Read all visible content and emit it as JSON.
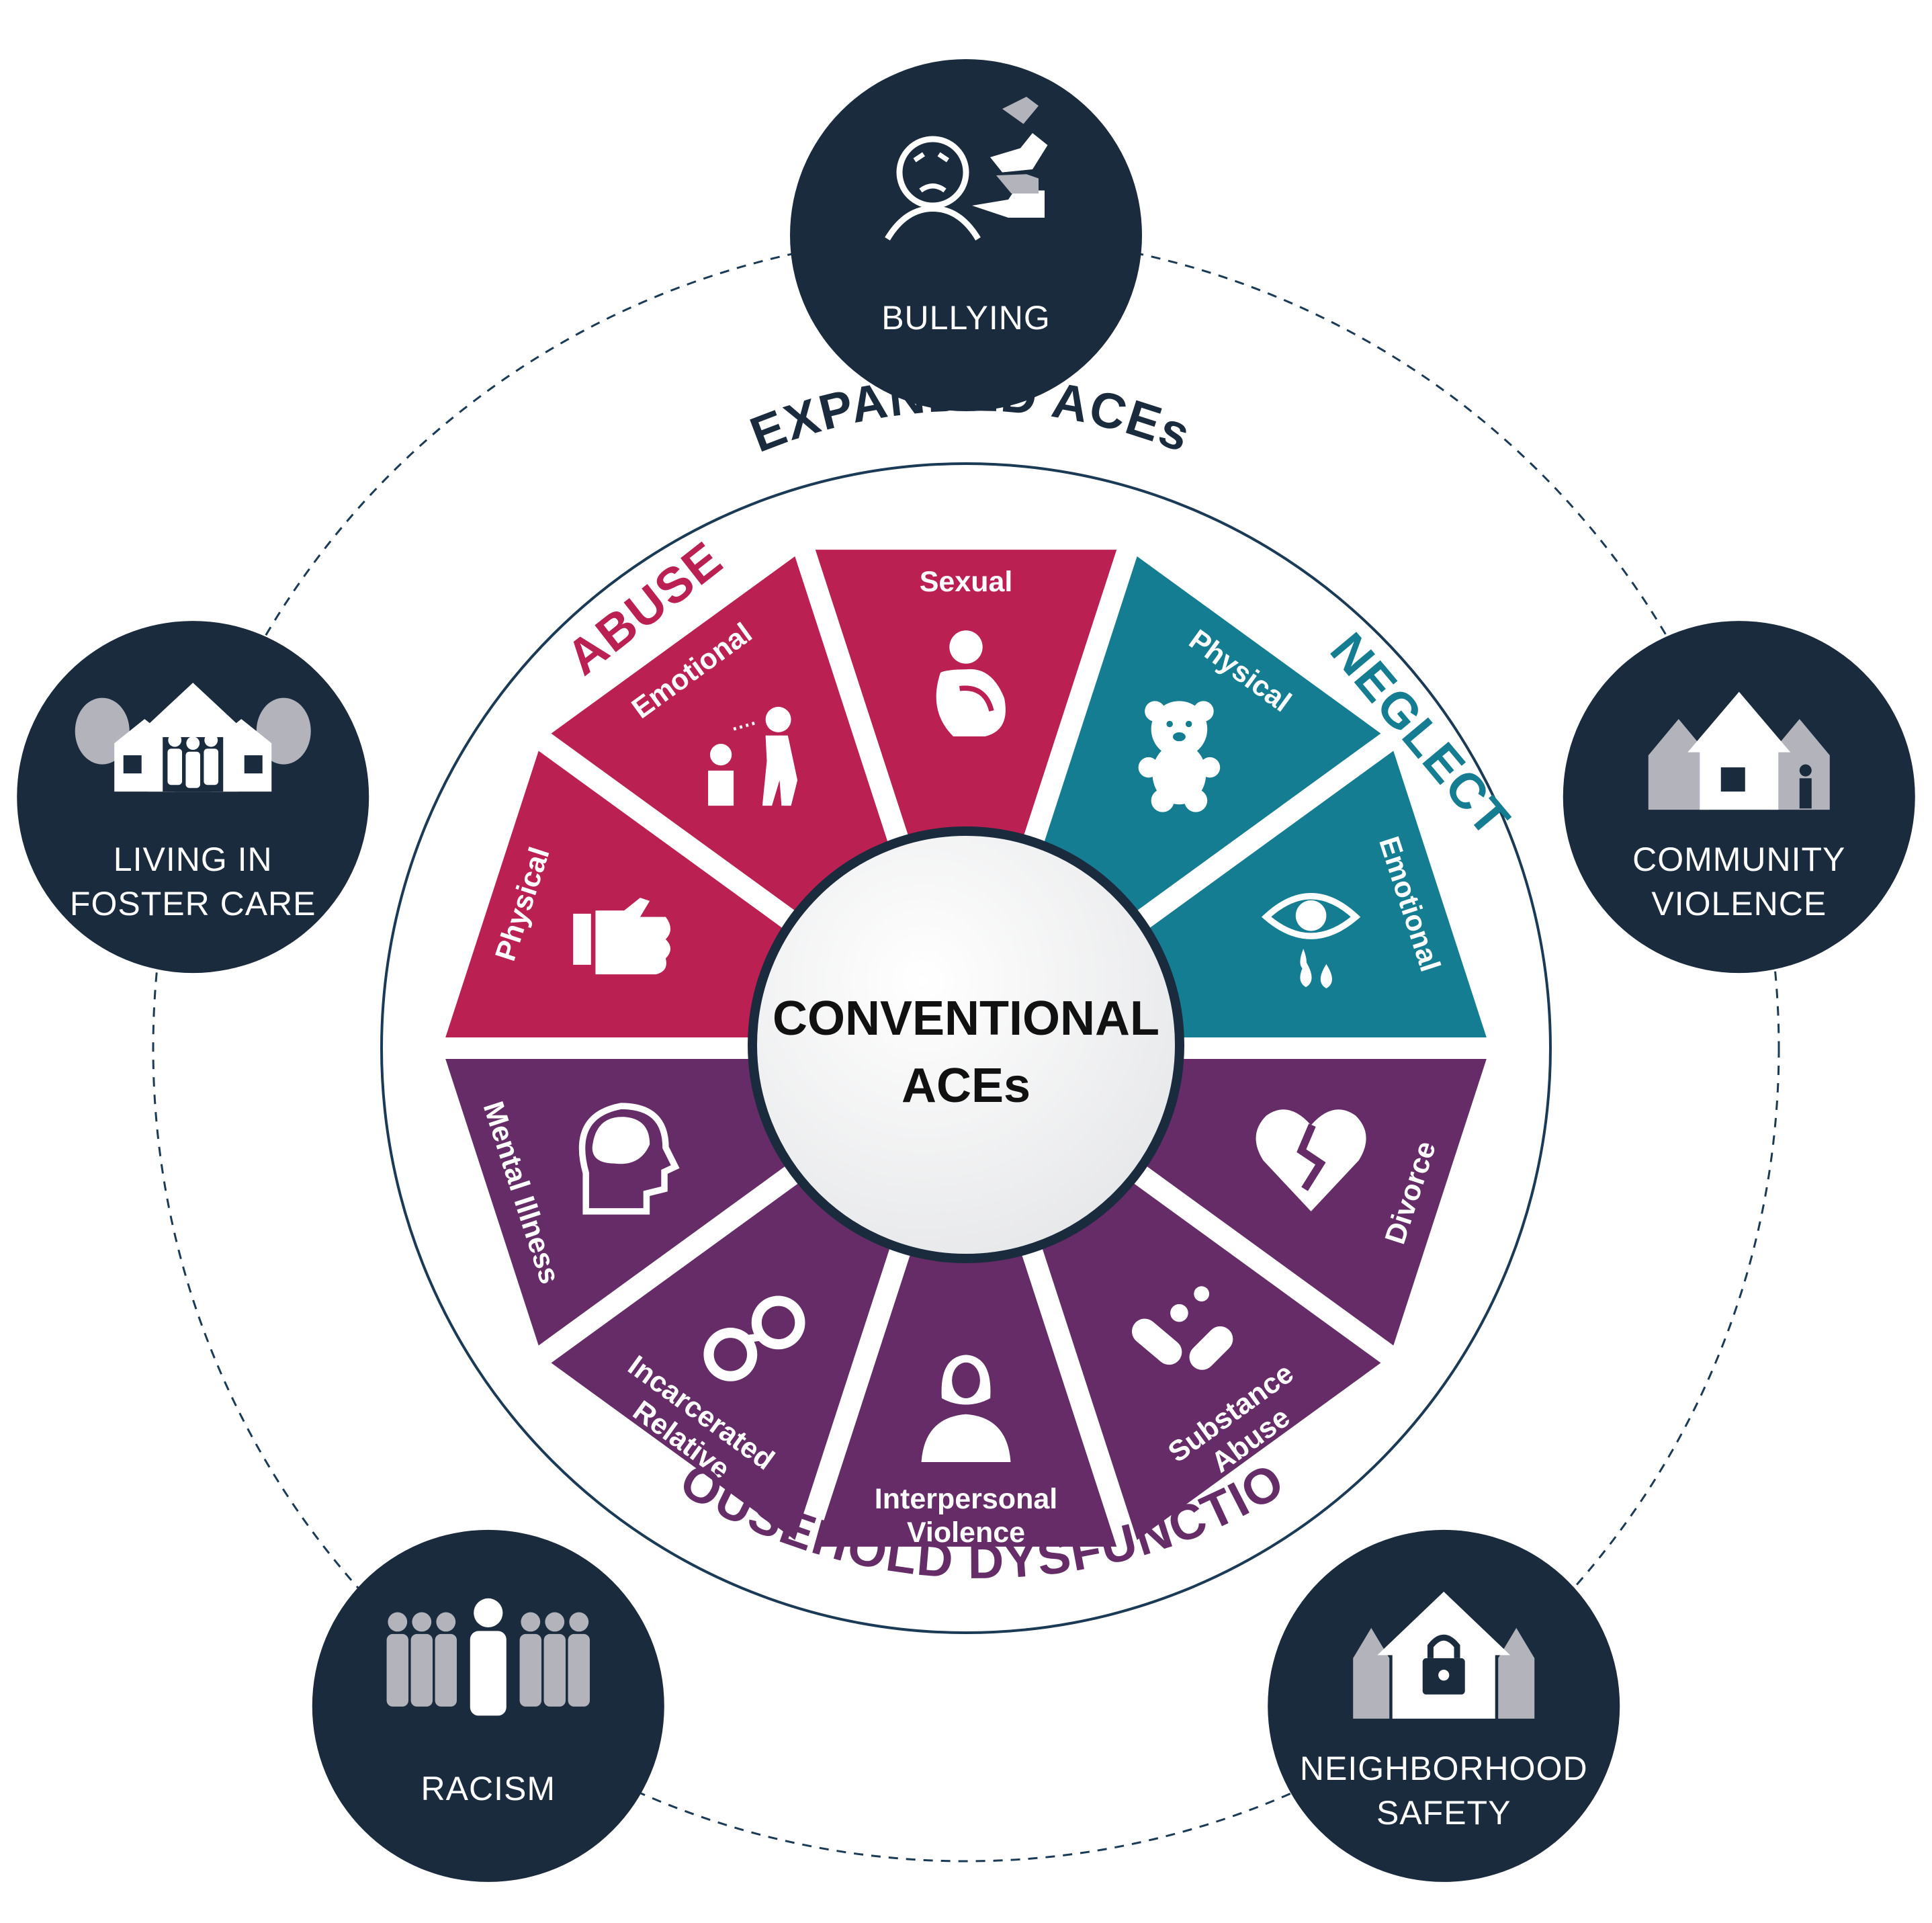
{
  "expanded_title": "EXPANDED ACEs",
  "center": {
    "line1": "CONVENTIONAL",
    "line2": "ACEs"
  },
  "groups": {
    "abuse": "ABUSE",
    "neglect": "NEGLECT",
    "household": "HOUSEHOLD DYSFUNCTION"
  },
  "sectors": [
    {
      "id": "sexual",
      "label_lines": [
        "Sexual"
      ],
      "group": "abuse",
      "icon": "curled-child-icon"
    },
    {
      "id": "neglect-physical",
      "label_lines": [
        "Physical"
      ],
      "group": "neglect",
      "icon": "teddy-bear-icon"
    },
    {
      "id": "neglect-emotional",
      "label_lines": [
        "Emotional"
      ],
      "group": "neglect",
      "icon": "crying-eye-icon"
    },
    {
      "id": "divorce",
      "label_lines": [
        "Divorce"
      ],
      "group": "household",
      "icon": "broken-heart-icon"
    },
    {
      "id": "substance-abuse",
      "label_lines": [
        "Substance",
        "Abuse"
      ],
      "group": "household",
      "icon": "pills-icon"
    },
    {
      "id": "interpersonal-violence",
      "label_lines": [
        "Interpersonal",
        "Violence"
      ],
      "group": "household",
      "icon": "woman-icon"
    },
    {
      "id": "incarcerated-relative",
      "label_lines": [
        "Incarcerated",
        "Relative"
      ],
      "group": "household",
      "icon": "handcuffs-icon"
    },
    {
      "id": "mental-illness",
      "label_lines": [
        "Mental Illness"
      ],
      "group": "household",
      "icon": "brain-head-icon"
    },
    {
      "id": "abuse-physical",
      "label_lines": [
        "Physical"
      ],
      "group": "abuse",
      "icon": "fist-icon"
    },
    {
      "id": "abuse-emotional",
      "label_lines": [
        "Emotional"
      ],
      "group": "abuse",
      "icon": "yelling-adult-icon"
    }
  ],
  "outer_items": [
    {
      "id": "bullying",
      "label_lines": [
        "BULLYING"
      ],
      "icon": "pointing-hands-icon"
    },
    {
      "id": "community-violence",
      "label_lines": [
        "COMMUNITY",
        "VIOLENCE"
      ],
      "icon": "houses-icon"
    },
    {
      "id": "neighborhood-safety",
      "label_lines": [
        "NEIGHBORHOOD",
        "SAFETY"
      ],
      "icon": "house-lock-icon"
    },
    {
      "id": "racism",
      "label_lines": [
        "RACISM"
      ],
      "icon": "crowd-icon"
    },
    {
      "id": "foster-care",
      "label_lines": [
        "LIVING IN",
        "FOSTER CARE"
      ],
      "icon": "family-house-icon"
    }
  ],
  "colors": {
    "abuse": "#bb2052",
    "neglect": "#147d91",
    "household": "#652c68",
    "navy": "#1b2b3e",
    "grey": "#b2b3bb",
    "white": "#ffffff"
  }
}
